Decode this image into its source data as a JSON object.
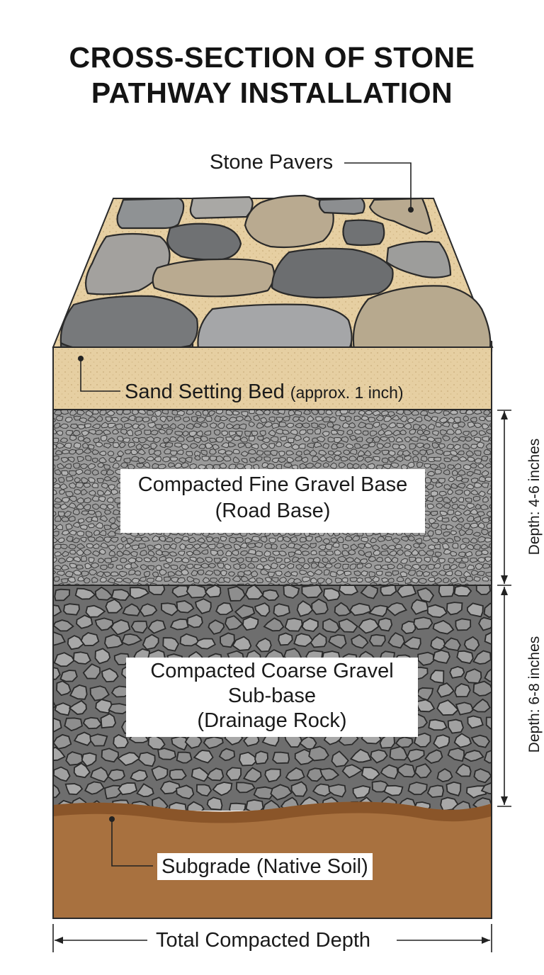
{
  "title": {
    "line1": "CROSS-SECTION OF STONE",
    "line2": "PATHWAY INSTALLATION"
  },
  "layers": {
    "pavers": {
      "label": "Stone Pavers"
    },
    "sand": {
      "label": "Sand Setting Bed",
      "note": "(approx. 1 inch)"
    },
    "fine_gravel": {
      "line1": "Compacted Fine Gravel Base",
      "line2": "(Road Base)",
      "depth": "Depth: 4-6 inches"
    },
    "coarse_gravel": {
      "line1": "Compacted Coarse Gravel",
      "line2": "Sub-base",
      "line3": "(Drainage Rock)",
      "depth": "Depth: 6-8 inches"
    },
    "subgrade": {
      "label": "Subgrade (Native Soil)"
    }
  },
  "total": {
    "label": "Total Compacted Depth"
  },
  "colors": {
    "sand": "#e6cfa2",
    "sand_dot": "#c9ad7a",
    "fine_gravel_bg": "#9a9a9a",
    "coarse_gravel_bg": "#6e6e6e",
    "soil": "#a8713f",
    "soil_dark": "#8a5529",
    "outline": "#2a2a2a",
    "stone_dark": "#707274",
    "stone_mid": "#9a9a98",
    "stone_tan": "#b9aa90"
  }
}
